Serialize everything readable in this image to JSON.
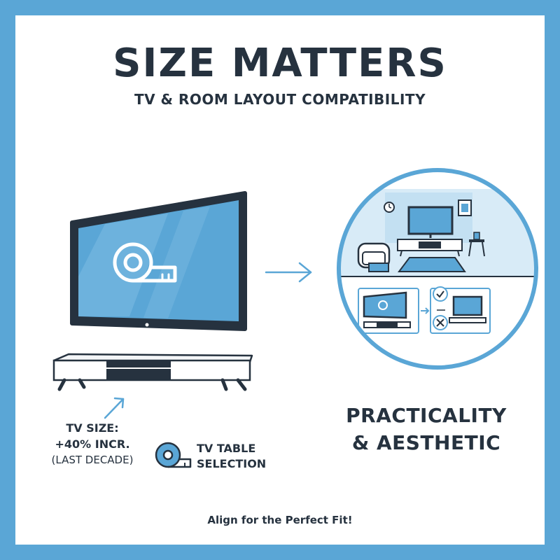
{
  "header": {
    "title": "SIZE MATTERS",
    "subtitle": "TV & ROOM LAYOUT COMPATIBILITY"
  },
  "stat": {
    "line1": "TV SIZE:",
    "line2": "+40% INCR.",
    "line3": "(LAST DECADE)"
  },
  "tv_table": {
    "line1": "TV TABLE",
    "line2": "SELECTION"
  },
  "practicality": {
    "line1": "PRACTICALITY",
    "line2": "& AESTHETIC"
  },
  "footer": {
    "text": "Align for the Perfect Fit!"
  },
  "colors": {
    "border_blue": "#5aa6d6",
    "dark": "#26323f",
    "screen_blue": "#5aa6d6"
  },
  "icons": [
    "tape-measure-icon",
    "arrow-right-icon",
    "arrow-up-right-icon",
    "check-icon",
    "cross-icon",
    "clock-icon",
    "picture-frame-icon"
  ]
}
